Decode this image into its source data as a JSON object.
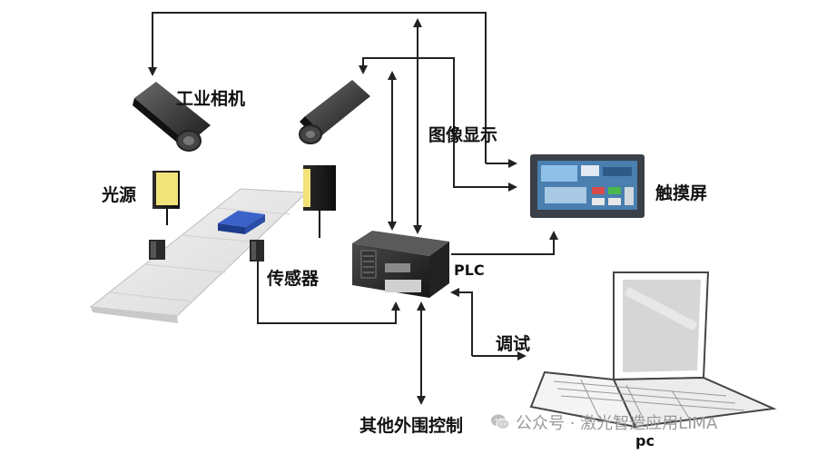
{
  "labels": {
    "camera": "工业相机",
    "light": "光源",
    "display": "图像显示",
    "touchscreen": "触摸屏",
    "sensor": "传感器",
    "plc": "PLC",
    "debug": "调试",
    "peripheral": "其他外围控制",
    "pc": "pc"
  },
  "watermark": {
    "text": "公众号 · 激光智造应用LIMA",
    "icon": "wechat-icon"
  },
  "colors": {
    "arrow": "#222222",
    "light_glow": "#f2e27a",
    "screen_frame": "#3a4048",
    "screen_display": "#4a7fb0"
  }
}
